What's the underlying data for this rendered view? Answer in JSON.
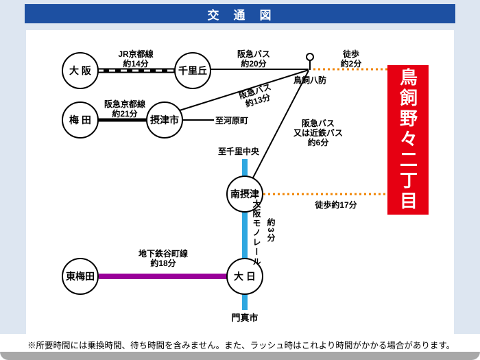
{
  "title": "交　通　図",
  "destination": "鳥飼野々二丁目",
  "stations": {
    "osaka": "大 阪",
    "senrioka": "千里丘",
    "umeda": "梅 田",
    "settsu_shi": "摂津市",
    "minami_settsu": "南摂津",
    "higashi_umeda": "東梅田",
    "dainichi": "大 日"
  },
  "stops": {
    "torikai_hachibo": "鳥飼八防",
    "kadoma_shi": "門真市"
  },
  "routes": {
    "jr_kyoto": {
      "line": "JR京都線",
      "time": "約14分"
    },
    "hankyu_bus_senrioka": {
      "line": "阪急バス",
      "time": "約20分"
    },
    "walk_busstop": {
      "line": "徒歩",
      "time": "約2分"
    },
    "hankyu_kyoto": {
      "line": "阪急京都線",
      "time": "約21分"
    },
    "hankyu_bus_settsu": {
      "line": "阪急バス",
      "time": "約13分"
    },
    "to_kawaramachi": "至河原町",
    "bus_minami_settsu": {
      "line1": "阪急バス",
      "line2": "又は近鉄バス",
      "time": "約6分"
    },
    "to_senri_chuo": "至千里中央",
    "walk_minami_settsu": "徒歩約17分",
    "monorail": {
      "line": "大阪モノレール",
      "time": "約3分"
    },
    "tanimachi": {
      "line": "地下鉄谷町線",
      "time": "約18分"
    }
  },
  "note": "※所要時間には乗換時間、待ち時間を含みません。また、ラッシュ時はこれより時間がかかる場合があります。",
  "colors": {
    "header-blue": "#1d50a2",
    "destination-red": "#e60012",
    "walk-orange": "#f08300",
    "monorail-blue": "#2ea7e0",
    "tanimachi-purple": "#990099",
    "page-bg": "#dde6f1"
  }
}
